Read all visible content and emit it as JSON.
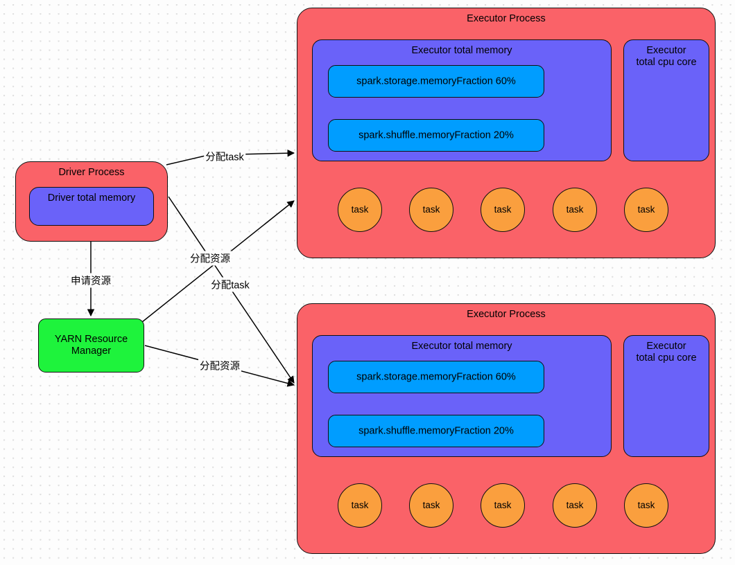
{
  "diagram": {
    "title": "Spark on YARN resource allocation diagram",
    "colors": {
      "process_red": "#fa6268",
      "memory_purple": "#6a62f9",
      "fraction_blue": "#009dff",
      "yarn_green": "#1ef33c",
      "task_orange": "#fa9f3e",
      "stroke": "#101010",
      "background": "#fdfdfd",
      "grid_dot": "#dedede"
    }
  },
  "driver": {
    "title": "Driver Process",
    "memory_label": "Driver total memory"
  },
  "yarn": {
    "label": "YARN\nResource Manager"
  },
  "executors": [
    {
      "title": "Executor Process",
      "memory_title": "Executor total memory",
      "fractions": [
        "spark.storage.memoryFraction 60%",
        "spark.shuffle.memoryFraction 20%"
      ],
      "cpu_label": "Executor\ntotal cpu core",
      "tasks": [
        "task",
        "task",
        "task",
        "task",
        "task"
      ]
    },
    {
      "title": "Executor Process",
      "memory_title": "Executor total memory",
      "fractions": [
        "spark.storage.memoryFraction 60%",
        "spark.shuffle.memoryFraction 20%"
      ],
      "cpu_label": "Executor\ntotal cpu core",
      "tasks": [
        "task",
        "task",
        "task",
        "task",
        "task"
      ]
    }
  ],
  "edges": [
    {
      "id": "driver-to-executor1",
      "label": "分配task"
    },
    {
      "id": "yarn-to-executor1",
      "label": "分配资源"
    },
    {
      "id": "driver-to-executor2",
      "label": "分配task"
    },
    {
      "id": "yarn-to-executor2",
      "label": "分配资源"
    },
    {
      "id": "driver-to-yarn",
      "label": "申请资源"
    }
  ]
}
